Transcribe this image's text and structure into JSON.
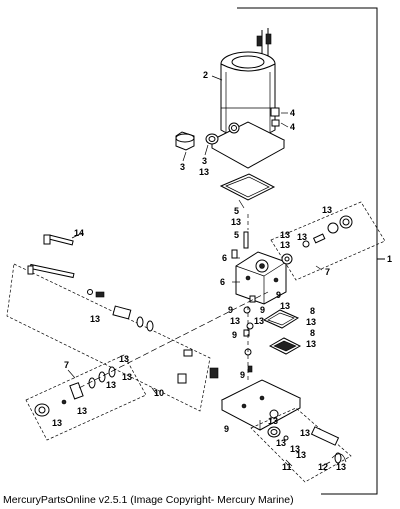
{
  "caption": "MercuryPartsOnline v2.5.1 (Image Copyright- Mercury Marine)",
  "callouts": {
    "c1": "1",
    "c2": "2",
    "c3a": "3",
    "c3b": "3",
    "c13_3": "13",
    "c4a": "4",
    "c4b": "4",
    "c5a": "5",
    "c13_5": "13",
    "c5b": "5",
    "c6a": "6",
    "c6b": "6",
    "c7a": "7",
    "c7b": "7",
    "c8a": "8",
    "c13_8a": "13",
    "c8b": "8",
    "c13_8b": "13",
    "c9a": "9",
    "c9b": "9",
    "c9c": "9",
    "c9d": "9",
    "c9e": "9",
    "c9f": "9",
    "c13_9a": "13",
    "c13_9b": "13",
    "c13_9c": "13",
    "c10": "10",
    "c11": "11",
    "c12": "12",
    "c14": "14",
    "c13_r1": "13",
    "c13_r2": "13",
    "c13_r3": "13",
    "c13_r4": "13",
    "c13_l1": "13",
    "c13_l2": "13",
    "c13_l3": "13",
    "c13_l4": "13",
    "c13_l5": "13",
    "c13_b1": "13",
    "c13_b2": "13",
    "c13_b3": "13",
    "c13_m1": "13",
    "c13_m2": "13",
    "c13_m3": "13",
    "c13_m4": "13"
  }
}
